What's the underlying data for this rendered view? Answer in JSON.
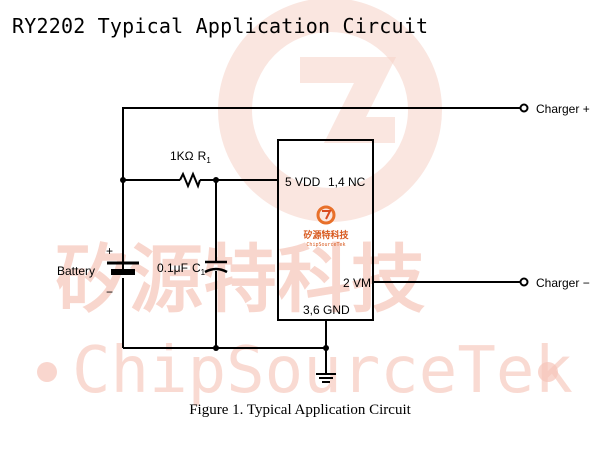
{
  "page": {
    "title": "RY2202 Typical Application Circuit",
    "caption": "Figure 1. Typical Application Circuit"
  },
  "watermark": {
    "chinese": "矽源特科技",
    "latin": "ChipSourceTek",
    "color": "#f4b7a6"
  },
  "chip": {
    "logo_text_cn": "矽源特科技",
    "logo_text_en": "ChipSourceTek",
    "pins": {
      "vdd": "5 VDD",
      "nc": "1,4 NC",
      "vm": "2 VM",
      "gnd": "3,6 GND"
    }
  },
  "labels": {
    "charger_plus": "Charger +",
    "charger_minus": "Charger −",
    "battery": "Battery",
    "battery_plus": "+",
    "battery_minus": "−",
    "resistor_value": "1KΩ",
    "resistor_ref": "R",
    "resistor_ref_sub": "1",
    "capacitor_value": "0.1μF",
    "capacitor_ref": "C",
    "capacitor_ref_sub": "1"
  },
  "colors": {
    "wire": "#000000",
    "logo_orange": "#e8702a"
  }
}
